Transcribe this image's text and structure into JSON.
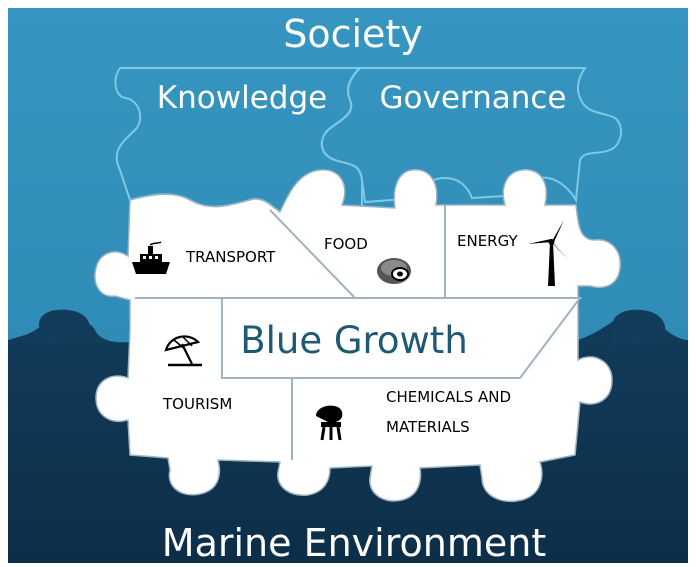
{
  "diagram": {
    "top_label": "Society",
    "bottom_label": "Marine Environment",
    "pieces": {
      "knowledge": "Knowledge",
      "governance": "Governance"
    },
    "center_title": "Blue Growth",
    "sectors": {
      "transport": "TRANSPORT",
      "food": "FOOD",
      "energy": "ENERGY",
      "tourism": "TOURISM",
      "chemicals_line1": "CHEMICALS AND",
      "chemicals_line2": "MATERIALS"
    }
  },
  "colors": {
    "society_blue": "#2f8bb6",
    "marine_navy": "#10344f",
    "outline_blue": "#7ec8e8",
    "title_teal": "#1f5a75"
  }
}
